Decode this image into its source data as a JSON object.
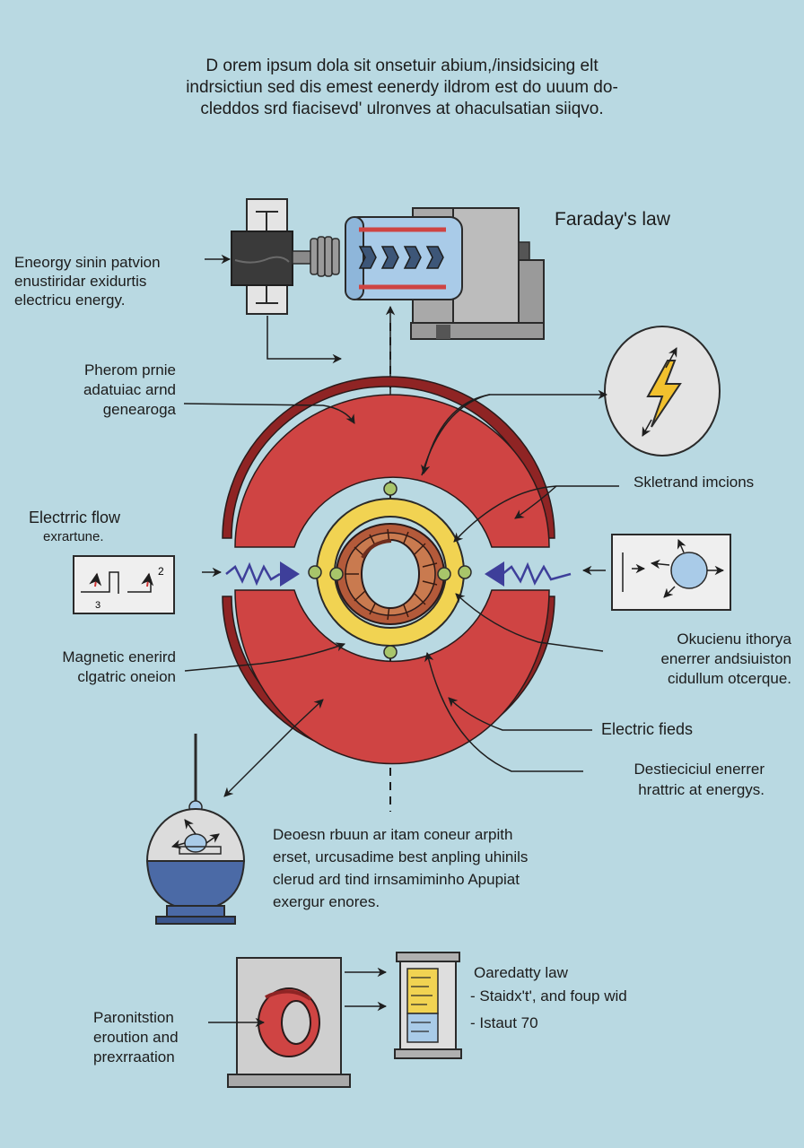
{
  "intro": {
    "line1": "D orem ipsum dola sit onsetuir abium,/insidsicing elt",
    "line2": "indrsictiun sed dis emest eenerdy ildrom est do uuum do-",
    "line3": "cleddos srd fiacisevd' ulronves at ohaculsatian siiqvo."
  },
  "title": "Faraday's  law",
  "labels": {
    "energy_conversion": {
      "line1": "Eneorgy sinin patvion",
      "line2": "enustiridar exidurtis",
      "line3": "electricu energy."
    },
    "pherom": {
      "line1": "Pherom prnie",
      "line2": "adatuiac arnd",
      "line3": "genearoga"
    },
    "skletrand": "Skletrand imcions",
    "electric_flow": {
      "line1": "Electrric flow",
      "line2": "exrartune."
    },
    "magnetic": {
      "line1": "Magnetic enerird",
      "line2": "clgatric oneion"
    },
    "okucienu": {
      "line1": "Okucienu ithorya",
      "line2": "enerrer andsiuiston",
      "line3": "cidullum otcerque."
    },
    "electric_fields": "Electric fieds",
    "destieciul": {
      "line1": "Destieciciul enerrer",
      "line2": "hrattric at energys."
    },
    "middle_paragraph": {
      "line1": "Deoesn rbuun ar itam  coneur arpith",
      "line2": "erset, urcusadime best anpling uhinils",
      "line3": "clerud ard tind irnsamiminho Apupiat",
      "line4": "exergur enores."
    },
    "oaredatty": {
      "title": "Oaredatty law",
      "item1": "-  Staidx't', and foup wid",
      "item2": "-  Istaut 70"
    },
    "paronitstion": {
      "line1": "Paronitstion",
      "line2": "eroution and",
      "line3": "prexrraation"
    }
  },
  "mini_graph": {
    "mark_left": "3",
    "mark_right": "2"
  },
  "colors": {
    "background": "#b9d9e2",
    "outer_ring": "#cf4443",
    "outer_ring_shadow": "#8f2424",
    "yellow_ring": "#f1d352",
    "node": "#a8c56a",
    "coil": "#b45a3a",
    "wave": "#3e3f9a",
    "bolt": "#f2c12e",
    "dome_liquid": "#4b6aa6"
  },
  "icons": [
    "lightning-bolt-icon",
    "motor-arrows-icon",
    "gauge-icon"
  ]
}
